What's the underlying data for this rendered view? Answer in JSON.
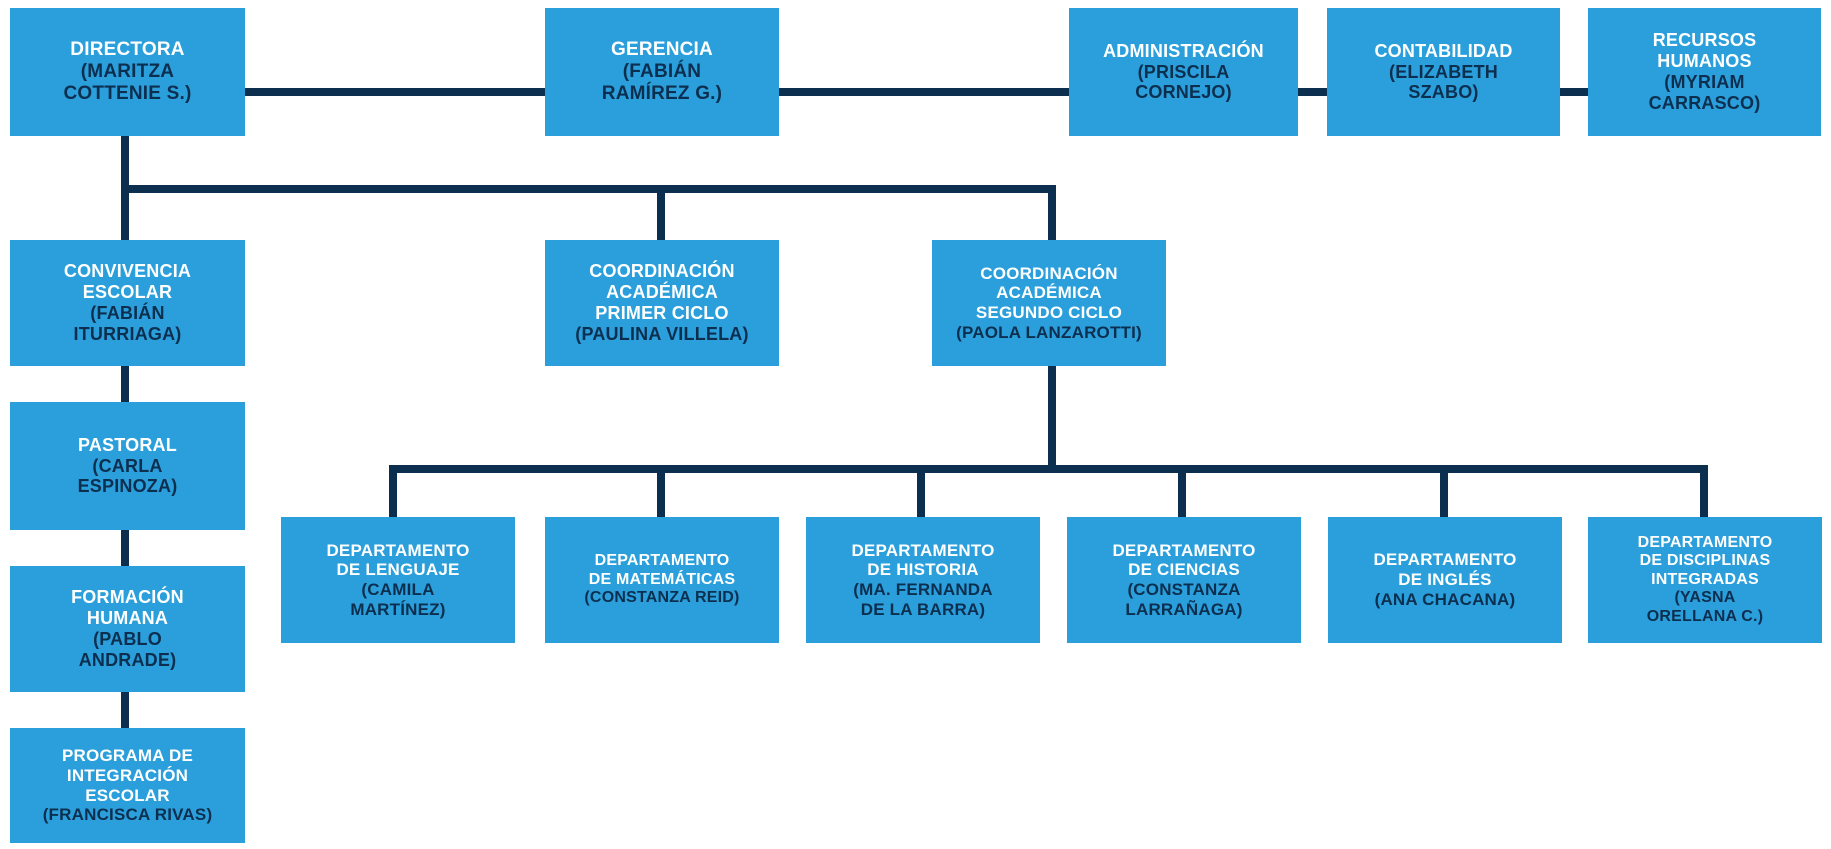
{
  "diagram": {
    "kind": "organizational-chart",
    "colors": {
      "node_fill": "#2a9fdb",
      "connector": "#0d2f4f",
      "title_text": "#ffffff",
      "person_text": "#0d2f4f",
      "background": "#ffffff"
    }
  },
  "nodes": {
    "directora": {
      "title": [
        "DIRECTORA"
      ],
      "person": [
        "(MARITZA",
        "COTTENIE S.)"
      ]
    },
    "gerencia": {
      "title": [
        "GERENCIA"
      ],
      "person": [
        "(FABIÁN",
        "RAMÍREZ G.)"
      ]
    },
    "administracion": {
      "title": [
        "ADMINISTRACIÓN"
      ],
      "person": [
        "(PRISCILA",
        "CORNEJO)"
      ]
    },
    "contabilidad": {
      "title": [
        "CONTABILIDAD"
      ],
      "person": [
        "(ELIZABETH",
        "SZABO)"
      ]
    },
    "recursos_humanos": {
      "title": [
        "RECURSOS",
        "HUMANOS"
      ],
      "person": [
        "(MYRIAM",
        "CARRASCO)"
      ]
    },
    "convivencia_escolar": {
      "title": [
        "CONVIVENCIA",
        "ESCOLAR"
      ],
      "person": [
        "(FABIÁN",
        "ITURRIAGA)"
      ]
    },
    "pastoral": {
      "title": [
        "PASTORAL"
      ],
      "person": [
        "(CARLA",
        "ESPINOZA)"
      ]
    },
    "formacion_humana": {
      "title": [
        "FORMACIÓN",
        "HUMANA"
      ],
      "person": [
        "(PABLO",
        "ANDRADE)"
      ]
    },
    "programa_integracion": {
      "title": [
        "PROGRAMA DE",
        "INTEGRACIÓN",
        "ESCOLAR"
      ],
      "person": [
        "(FRANCISCA RIVAS)"
      ]
    },
    "coord_primer_ciclo": {
      "title": [
        "COORDINACIÓN",
        "ACADÉMICA",
        "PRIMER CICLO"
      ],
      "person": [
        "(PAULINA VILLELA)"
      ]
    },
    "coord_segundo_ciclo": {
      "title": [
        "COORDINACIÓN",
        "ACADÉMICA",
        "SEGUNDO CICLO"
      ],
      "person": [
        "(PAOLA LANZAROTTI)"
      ]
    },
    "depto_lenguaje": {
      "title": [
        "DEPARTAMENTO",
        "DE LENGUAJE"
      ],
      "person": [
        "(CAMILA",
        "MARTÍNEZ)"
      ]
    },
    "depto_matematicas": {
      "title": [
        "DEPARTAMENTO",
        "DE MATEMÁTICAS"
      ],
      "person": [
        "(CONSTANZA REID)"
      ]
    },
    "depto_historia": {
      "title": [
        "DEPARTAMENTO",
        "DE HISTORIA"
      ],
      "person": [
        "(MA. FERNANDA",
        "DE LA BARRA)"
      ]
    },
    "depto_ciencias": {
      "title": [
        "DEPARTAMENTO",
        "DE CIENCIAS"
      ],
      "person": [
        "(CONSTANZA",
        "LARRAÑAGA)"
      ]
    },
    "depto_ingles": {
      "title": [
        "DEPARTAMENTO",
        "DE INGLÉS"
      ],
      "person": [
        "(ANA CHACANA)"
      ]
    },
    "depto_disciplinas_integradas": {
      "title": [
        "DEPARTAMENTO",
        "DE DISCIPLINAS",
        "INTEGRADAS"
      ],
      "person": [
        "(YASNA",
        "ORELLANA C.)"
      ]
    }
  }
}
